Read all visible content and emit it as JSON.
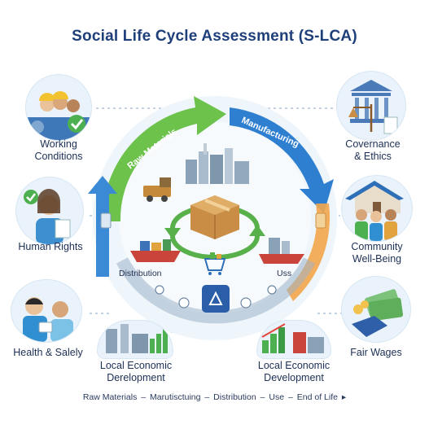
{
  "title": "Social Life Cycle Assessment (S-LCA)",
  "stakeholders": {
    "working_conditions": [
      "Working",
      "Conditions"
    ],
    "human_rights": [
      "Human Rights"
    ],
    "health_safety": [
      "Health & Salely"
    ],
    "local_dev_left": [
      "Local Economic",
      "Derelopment"
    ],
    "local_dev_right": [
      "Local Economic",
      "Development"
    ],
    "fair_wages": [
      "Fair Wages"
    ],
    "community": [
      "Community",
      "Well-Being"
    ],
    "governance": [
      "Covernance",
      "& Ethics"
    ]
  },
  "cycle": {
    "raw_materials": "Raw Materials",
    "manufacturing": "Manufacturing",
    "distribution": "Distribution",
    "use": "Uss"
  },
  "flow": [
    "Raw Materials",
    "Marutisctuing",
    "Distribution",
    "Use",
    "End of Life"
  ],
  "flow_sep": "–",
  "flow_end": "▸",
  "colors": {
    "title": "#1f3f7a",
    "green_arrow": "#6cc24a",
    "blue_arrow": "#2f7fd1",
    "orange_arrow": "#f2a64a"
  }
}
